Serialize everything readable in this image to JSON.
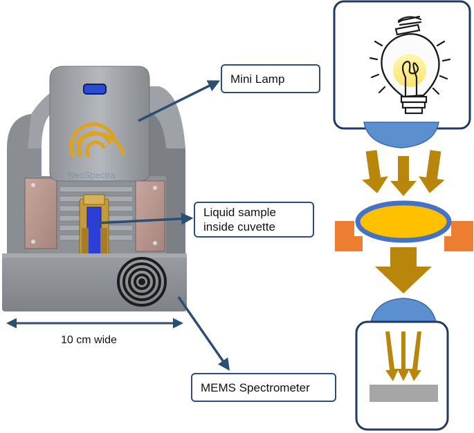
{
  "labels": {
    "mini_lamp": "Mini Lamp",
    "liquid_sample_line1": "Liquid sample",
    "liquid_sample_line2": "inside cuvette",
    "mems_spectrometer": "MEMS Spectrometer",
    "width_note": "10 cm wide"
  },
  "device": {
    "brand_text": "NeoSpectra"
  },
  "colors": {
    "callout_border": "#2b4e72",
    "leader_arrow": "#2b4e72",
    "lens_blue": "#5b8fd0",
    "beam_gold": "#b8860b",
    "cuvette_ring": "#4472c4",
    "liquid_fill": "#ffc000",
    "holder_orange": "#ed7d31",
    "detector_gray": "#a6a6a6",
    "frame_border": "#1f3864"
  }
}
